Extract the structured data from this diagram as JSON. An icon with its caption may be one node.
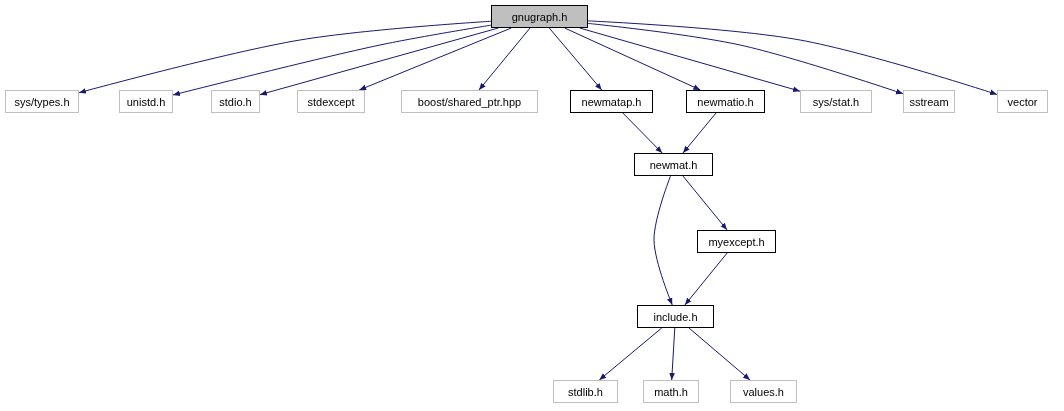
{
  "diagram": {
    "nodes": [
      {
        "text": [
          "gnugraph.h"
        ]
      },
      {
        "text": [
          "sys/types.h"
        ]
      },
      {
        "text": [
          "unistd.h"
        ]
      },
      {
        "text": [
          "stdio.h"
        ]
      },
      {
        "text": [
          "stdexcept"
        ]
      },
      {
        "text": [
          "boost/shared_ptr.hpp"
        ]
      },
      {
        "text": [
          "newmatap.h"
        ]
      },
      {
        "text": [
          "newmatio.h"
        ]
      },
      {
        "text": [
          "sys/stat.h"
        ]
      },
      {
        "text": [
          "sstream"
        ]
      },
      {
        "text": [
          "vector"
        ]
      },
      {
        "text": [
          "newmat.h"
        ]
      },
      {
        "text": [
          "myexcept.h"
        ]
      },
      {
        "text": [
          "include.h"
        ]
      },
      {
        "text": [
          "stdlib.h"
        ]
      },
      {
        "text": [
          "math.h"
        ]
      },
      {
        "text": [
          "values.h"
        ]
      }
    ],
    "edges": [
      {
        "from": 0,
        "to": 1,
        "arrow": "to"
      },
      {
        "from": 0,
        "to": 2,
        "arrow": "to"
      },
      {
        "from": 0,
        "to": 3,
        "arrow": "to"
      },
      {
        "from": 0,
        "to": 4,
        "arrow": "to"
      },
      {
        "from": 0,
        "to": 5,
        "arrow": "to"
      },
      {
        "from": 0,
        "to": 6,
        "arrow": "to"
      },
      {
        "from": 0,
        "to": 7,
        "arrow": "to"
      },
      {
        "from": 0,
        "to": 8,
        "arrow": "to"
      },
      {
        "from": 0,
        "to": 9,
        "arrow": "to"
      },
      {
        "from": 0,
        "to": 10,
        "arrow": "to"
      },
      {
        "from": 6,
        "to": 11,
        "arrow": "to"
      },
      {
        "from": 7,
        "to": 11,
        "arrow": "to"
      },
      {
        "from": 11,
        "to": 13,
        "arrow": "to"
      },
      {
        "from": 11,
        "to": 12,
        "arrow": "to"
      },
      {
        "from": 12,
        "to": 13,
        "arrow": "to"
      },
      {
        "from": 13,
        "to": 14,
        "arrow": "to"
      },
      {
        "from": 13,
        "to": 15,
        "arrow": "to"
      },
      {
        "from": 13,
        "to": 16,
        "arrow": "to"
      }
    ]
  }
}
